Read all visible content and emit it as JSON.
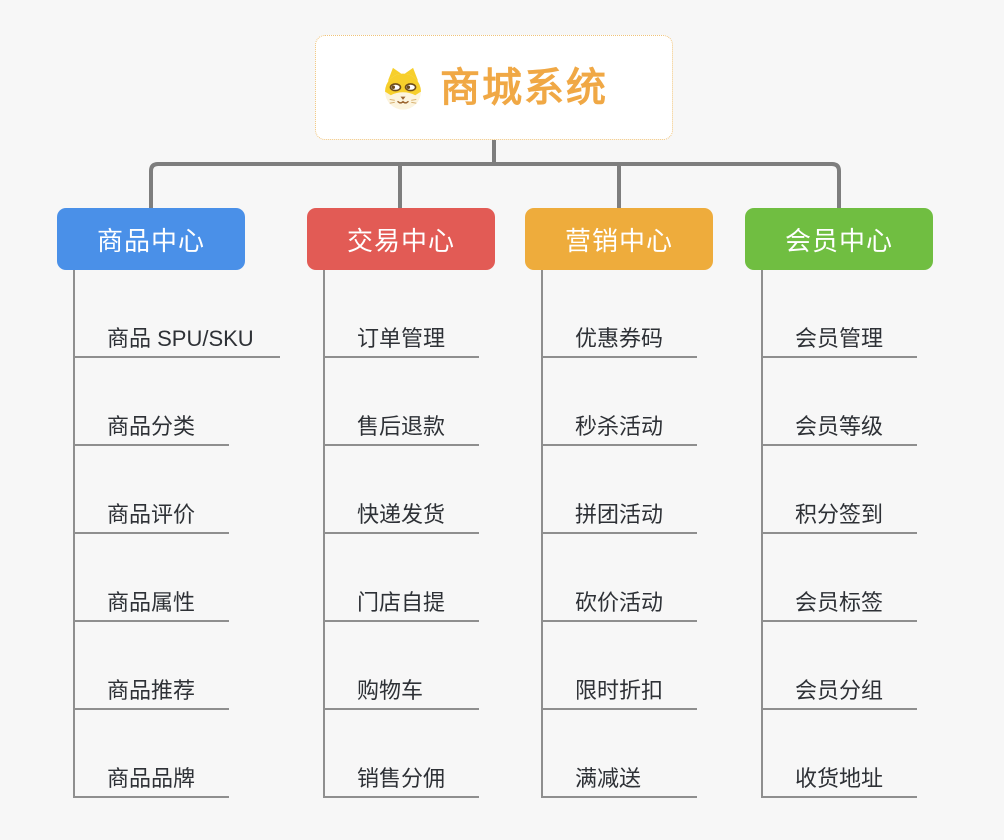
{
  "root": {
    "title": "商城系统",
    "title_color": "#f0a845",
    "icon": "shiba-dog-icon",
    "border_color": "#f0c379"
  },
  "connector_color": "#7e7e7e",
  "line_color": "#8f8f8f",
  "background_color": "#f7f7f7",
  "branches": [
    {
      "label": "商品中心",
      "color": "#4a90e8",
      "items": [
        "商品 SPU/SKU",
        "商品分类",
        "商品评价",
        "商品属性",
        "商品推荐",
        "商品品牌"
      ]
    },
    {
      "label": "交易中心",
      "color": "#e25b55",
      "items": [
        "订单管理",
        "售后退款",
        "快递发货",
        "门店自提",
        "购物车",
        "销售分佣"
      ]
    },
    {
      "label": "营销中心",
      "color": "#eeac3c",
      "items": [
        "优惠券码",
        "秒杀活动",
        "拼团活动",
        "砍价活动",
        "限时折扣",
        "满减送"
      ]
    },
    {
      "label": "会员中心",
      "color": "#70be41",
      "items": [
        "会员管理",
        "会员等级",
        "积分签到",
        "会员标签",
        "会员分组",
        "收货地址"
      ]
    }
  ]
}
